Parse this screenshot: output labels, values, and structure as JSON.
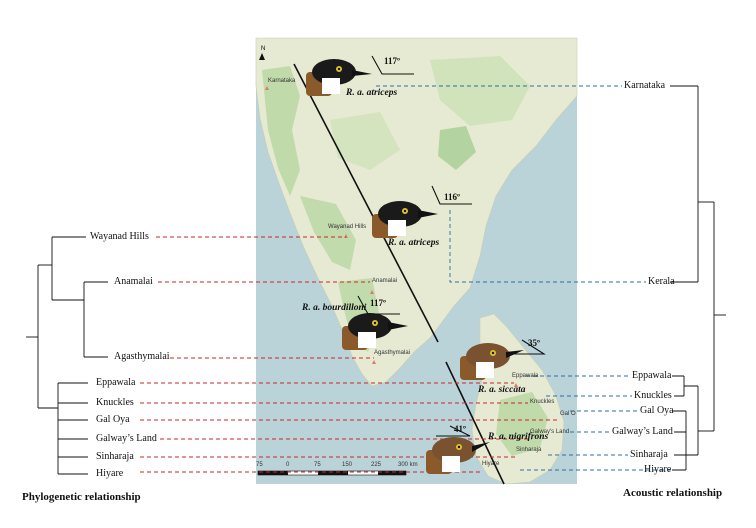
{
  "map": {
    "north_label": "N",
    "places": [
      "Karnataka",
      "Wayanad Hills",
      "Anamalai",
      "Agasthymalai",
      "Eppawala",
      "Knuckles",
      "Gal O",
      "Galway's Land",
      "Sinharaja",
      "Hiyare"
    ],
    "scale_labels": [
      "75",
      "0",
      "75",
      "150",
      "225",
      "300 km"
    ],
    "colors": {
      "sea": "#b9d3d9",
      "land": "#e9ecd7",
      "forest": "#b8d7a2",
      "dark_forest": "#9cc98a"
    }
  },
  "birds": [
    {
      "name": "R. a. atriceps",
      "angle": "117º"
    },
    {
      "name": "R. a. atriceps",
      "angle": "116º"
    },
    {
      "name": "R. a. bourdilloni",
      "angle": "117º"
    },
    {
      "name": "R. a. siccata",
      "angle": "35º"
    },
    {
      "name": "R. a. nigrifrons",
      "angle": "41º"
    }
  ],
  "phylogenetic": {
    "caption": "Phylogenetic relationship",
    "taxa": [
      "Wayanad Hills",
      "Anamalai",
      "Agasthymalai",
      "Eppawala",
      "Knuckles",
      "Gal Oya",
      "Galway’s Land",
      "Sinharaja",
      "Hiyare"
    ],
    "link_color": "#c62828"
  },
  "acoustic": {
    "caption": "Acoustic relationship",
    "taxa": [
      "Karnataka",
      "Kerala",
      "Eppawala",
      "Knuckles",
      "Gal Oya",
      "Galway’s Land",
      "Sinharaja",
      "Hiyare"
    ],
    "link_color": "#2e6da4"
  }
}
